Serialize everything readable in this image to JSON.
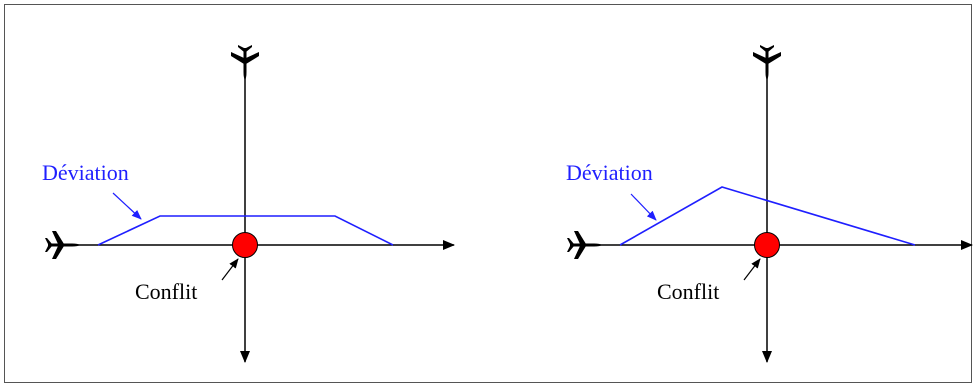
{
  "panels": [
    {
      "deviation_label": "Déviation",
      "conflict_label": "Conflit"
    },
    {
      "deviation_label": "Déviation",
      "conflict_label": "Conflit"
    }
  ],
  "colors": {
    "deviation": "#1f1fff",
    "conflict": "#ff0000",
    "axes": "#000000",
    "frame": "#555555"
  },
  "icons": [
    "airplane-east-icon",
    "airplane-south-icon"
  ]
}
